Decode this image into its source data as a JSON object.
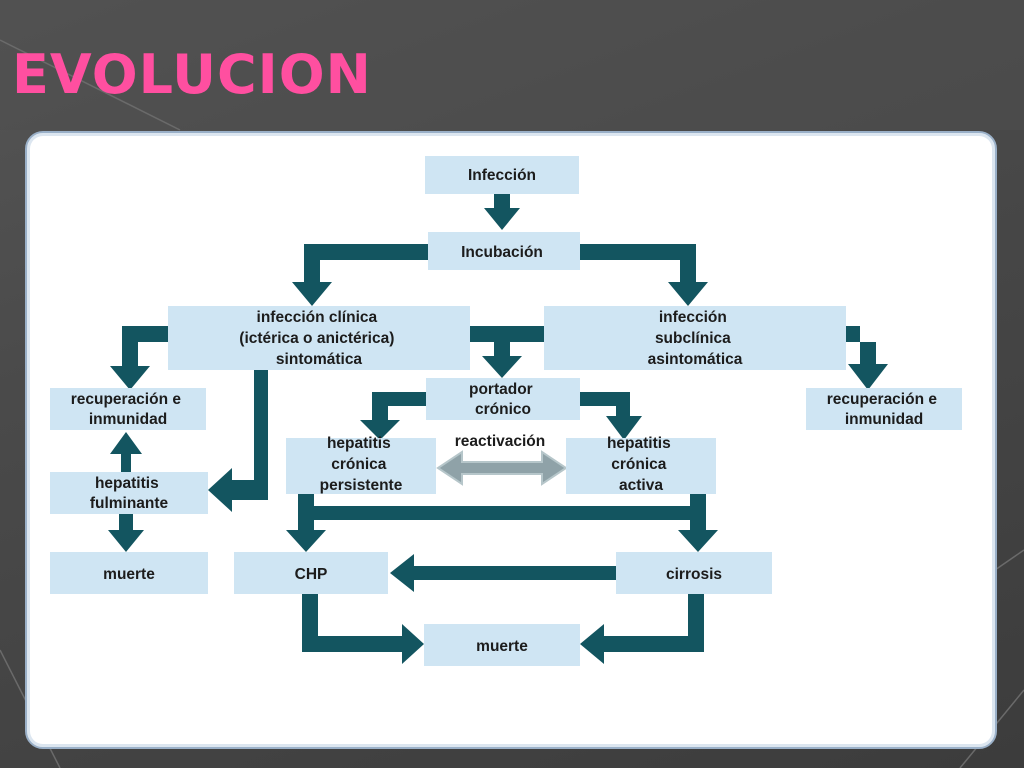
{
  "slide": {
    "title": "EVOLUCION"
  },
  "colors": {
    "title": "#ff4fa0",
    "box_fill": "#cfe5f3",
    "arrow": "#135560",
    "background": "#4a4a4a"
  },
  "diagram": {
    "infeccion": [
      "Infección"
    ],
    "incubacion": [
      "Incubación"
    ],
    "infeccion_clinica": [
      "infección clínica",
      "(ictérica o anictérica)",
      "sintomática"
    ],
    "infeccion_subclinica": [
      "infección",
      "subclínica",
      "asintomática"
    ],
    "recuperacion_izq": [
      "recuperación e",
      "inmunidad"
    ],
    "recuperacion_der": [
      "recuperación e",
      "inmunidad"
    ],
    "portador_cronico": [
      "portador",
      "crónico"
    ],
    "reactivacion": [
      "reactivación"
    ],
    "hepatitis_persistente": [
      "hepatitis",
      "crónica",
      "persistente"
    ],
    "hepatitis_activa": [
      "hepatitis",
      "crónica",
      "activa"
    ],
    "hepatitis_fulminante": [
      "hepatitis",
      "fulminante"
    ],
    "muerte_izq": [
      "muerte"
    ],
    "chp": [
      "CHP"
    ],
    "cirrosis": [
      "cirrosis"
    ],
    "muerte_centro": [
      "muerte"
    ]
  }
}
